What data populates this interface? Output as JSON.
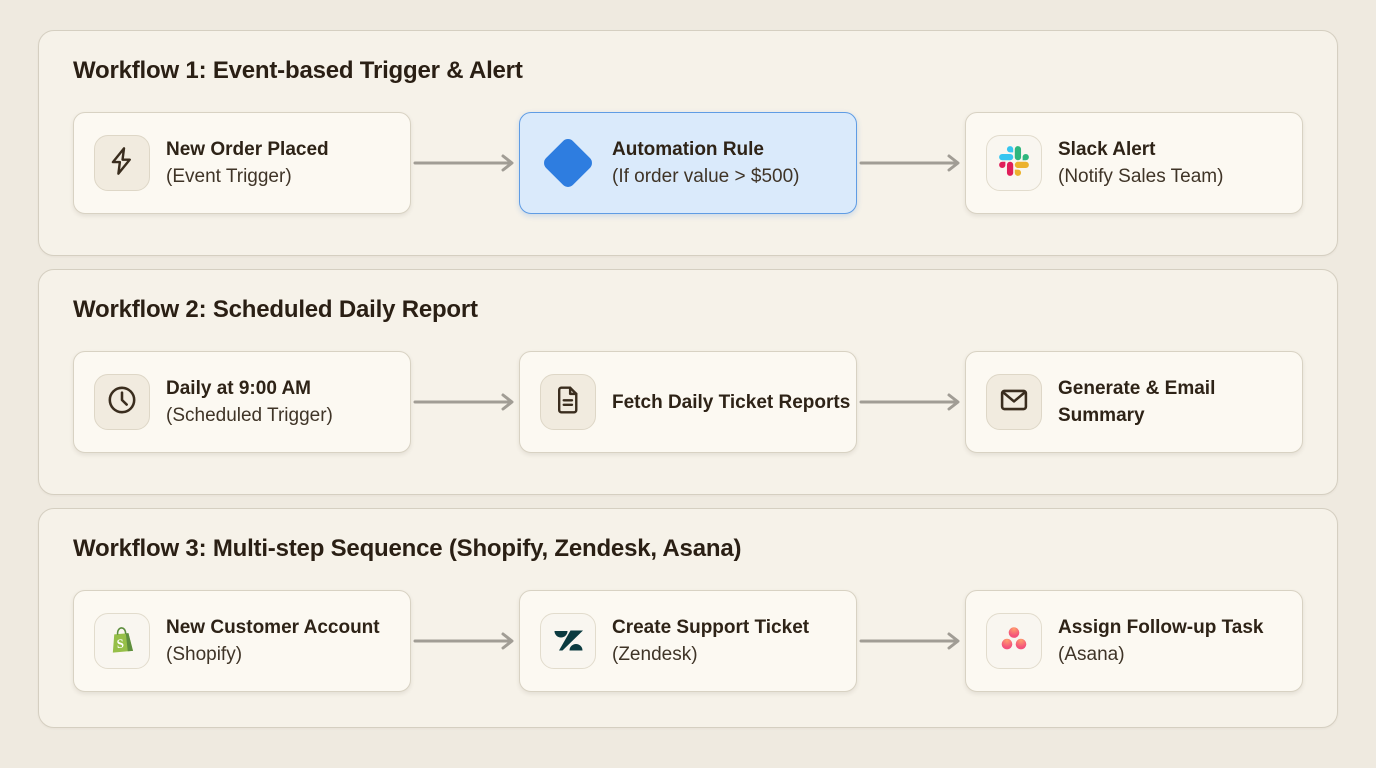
{
  "page": {
    "background": "#efeae0",
    "panel_background": "#f6f2e9",
    "node_background": "#fcf9f2",
    "highlight_background": "#daeafb",
    "highlight_border": "#5f9ce4",
    "accent_blue": "#2e7de0",
    "arrow_color": "#a19d95",
    "brand_colors": {
      "slack": [
        "#36c5f0",
        "#2eb67d",
        "#ecb22e",
        "#e01e5a"
      ],
      "shopify_green": "#96bf48",
      "shopify_dark_green": "#5e8e3e",
      "zendesk_teal": "#0b3b40",
      "asana_coral": "#f4537b"
    }
  },
  "workflows": [
    {
      "title": "Workflow 1: Event-based Trigger & Alert",
      "nodes": [
        {
          "icon": "lightning-icon",
          "title": "New Order Placed",
          "subtitle": "(Event Trigger)"
        },
        {
          "icon": "diamond-icon",
          "title": "Automation Rule",
          "subtitle": "(If order value > $500)",
          "highlighted": true
        },
        {
          "icon": "slack-icon",
          "title": "Slack Alert",
          "subtitle": "(Notify Sales Team)"
        }
      ]
    },
    {
      "title": "Workflow 2: Scheduled Daily Report",
      "nodes": [
        {
          "icon": "clock-icon",
          "title": "Daily at 9:00 AM",
          "subtitle": "(Scheduled Trigger)"
        },
        {
          "icon": "document-icon",
          "title": "Fetch Daily Ticket Reports",
          "subtitle": ""
        },
        {
          "icon": "mail-icon",
          "title": "Generate & Email Summary",
          "subtitle": ""
        }
      ]
    },
    {
      "title": "Workflow 3: Multi-step Sequence (Shopify, Zendesk, Asana)",
      "nodes": [
        {
          "icon": "shopify-icon",
          "title": "New Customer Account",
          "subtitle": "(Shopify)"
        },
        {
          "icon": "zendesk-icon",
          "title": "Create Support Ticket",
          "subtitle": "(Zendesk)"
        },
        {
          "icon": "asana-icon",
          "title": "Assign Follow-up Task",
          "subtitle": "(Asana)"
        }
      ]
    }
  ]
}
